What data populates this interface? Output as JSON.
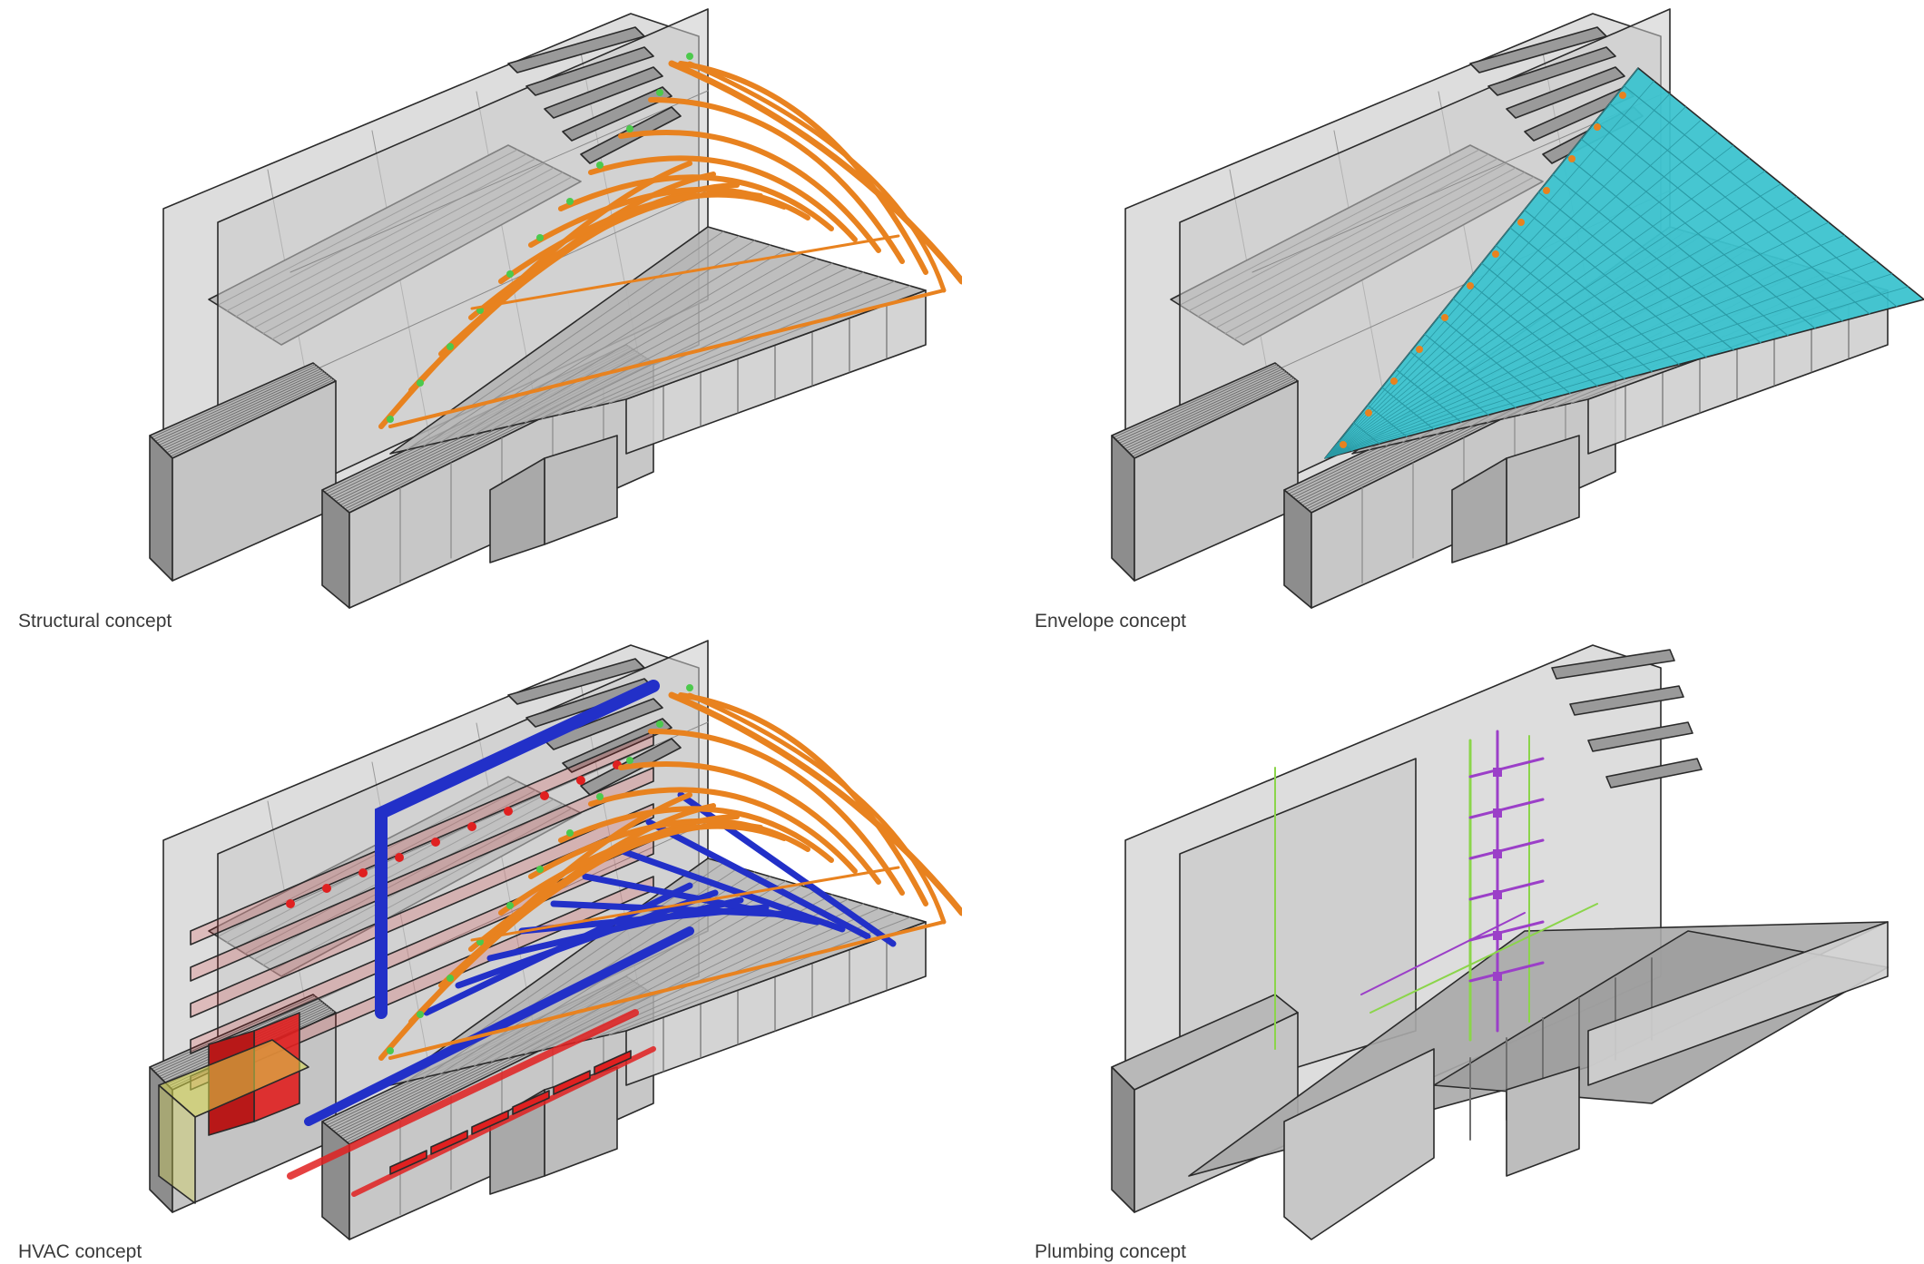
{
  "panels": [
    {
      "caption": "Structural concept",
      "system": "structure",
      "accent": "#e8821f"
    },
    {
      "caption": "Envelope concept",
      "system": "envelope",
      "accent": "#3cc3cf"
    },
    {
      "caption": "HVAC concept",
      "system": "hvac",
      "accent": "#2230c8"
    },
    {
      "caption": "Plumbing concept",
      "system": "plumbing",
      "accent": "#9b3fc8"
    }
  ],
  "colors": {
    "building_light": "#d9d9d9",
    "building_mid": "#b8b8b8",
    "building_dark": "#8d8d8d",
    "outline": "#2a2a2a",
    "structure": "#e8821f",
    "connector": "#4cc94c",
    "envelope": "#3cc3cf",
    "hvac_supply": "#2230c8",
    "hvac_return": "#e02020",
    "hvac_equipment": "#d8d84a",
    "plumbing_green": "#8bd54a",
    "plumbing_purple": "#9b3fc8"
  }
}
